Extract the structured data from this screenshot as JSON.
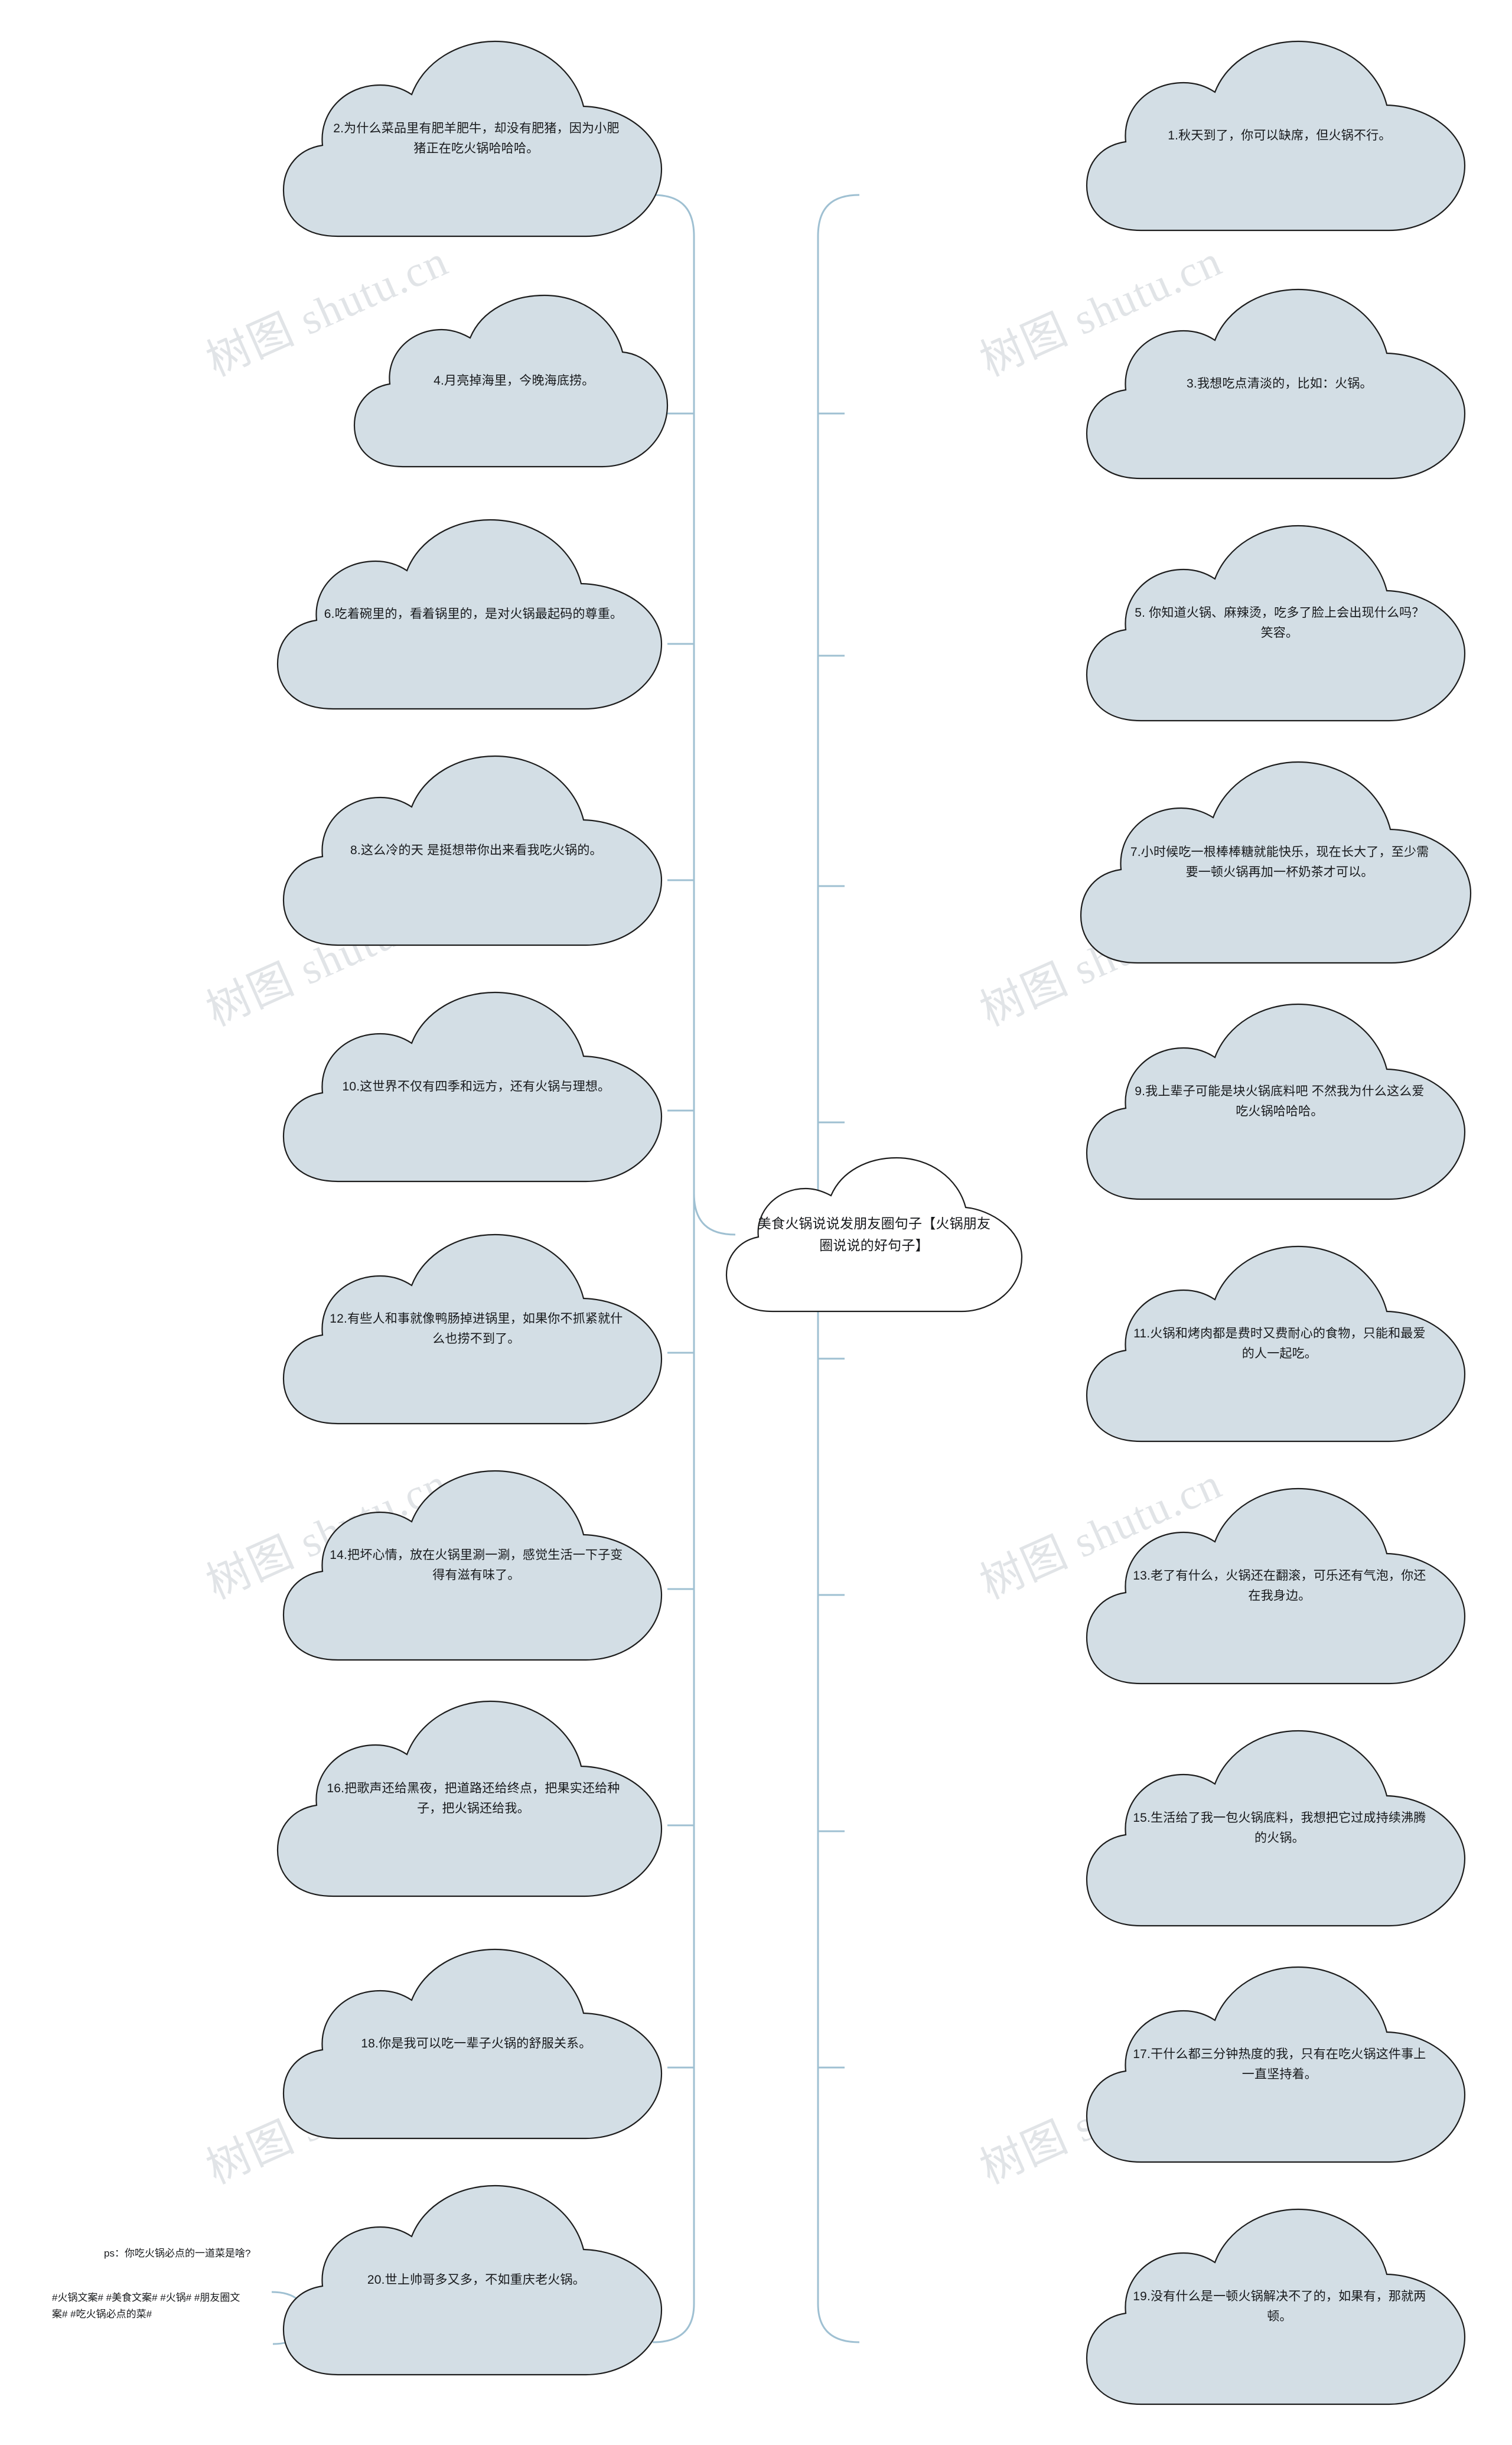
{
  "document": {
    "type": "mind-map",
    "watermark_text": "树图 shutu.cn",
    "node_fill": "#d3dee5",
    "node_stroke": "#1d1d1d",
    "connector_color": "#9fc0d2",
    "background": "#ffffff"
  },
  "root": {
    "title": "美食火锅说说发朋友圈句子【火锅朋友圈说说的好句子】"
  },
  "branches": {
    "left": [
      {
        "id": "n2",
        "text": "2.为什么菜品里有肥羊肥牛，却没有肥猪，因为小肥猪正在吃火锅哈哈哈。"
      },
      {
        "id": "n4",
        "text": "4.月亮掉海里，今晚海底捞。"
      },
      {
        "id": "n6",
        "text": "6.吃着碗里的，看着锅里的，是对火锅最起码的尊重。"
      },
      {
        "id": "n8",
        "text": "8.这么冷的天 是挺想带你出来看我吃火锅的。"
      },
      {
        "id": "n10",
        "text": "10.这世界不仅有四季和远方，还有火锅与理想。"
      },
      {
        "id": "n12",
        "text": "12.有些人和事就像鸭肠掉进锅里，如果你不抓紧就什么也捞不到了。"
      },
      {
        "id": "n14",
        "text": "14.把坏心情，放在火锅里涮一涮，感觉生活一下子变得有滋有味了。"
      },
      {
        "id": "n16",
        "text": "16.把歌声还给黑夜，把道路还给终点，把果实还给种子，把火锅还给我。"
      },
      {
        "id": "n18",
        "text": "18.你是我可以吃一辈子火锅的舒服关系。"
      },
      {
        "id": "n20",
        "text": "20.世上帅哥多又多，不如重庆老火锅。"
      }
    ],
    "right": [
      {
        "id": "n1",
        "text": "1.秋天到了，你可以缺席，但火锅不行。"
      },
      {
        "id": "n3",
        "text": "3.我想吃点清淡的，比如：火锅。"
      },
      {
        "id": "n5",
        "text": "5. 你知道火锅、麻辣烫，吃多了脸上会出现什么吗？笑容。"
      },
      {
        "id": "n7",
        "text": "7.小时候吃一根棒棒糖就能快乐，现在长大了，至少需要一顿火锅再加一杯奶茶才可以。"
      },
      {
        "id": "n9",
        "text": "9.我上辈子可能是块火锅底料吧 不然我为什么这么爱吃火锅哈哈哈。"
      },
      {
        "id": "n11",
        "text": "11.火锅和烤肉都是费时又费耐心的食物，只能和最爱的人一起吃。"
      },
      {
        "id": "n13",
        "text": "13.老了有什么，火锅还在翻滚，可乐还有气泡，你还在我身边。"
      },
      {
        "id": "n15",
        "text": "15.生活给了我一包火锅底料，我想把它过成持续沸腾的火锅。"
      },
      {
        "id": "n17",
        "text": "17.干什么都三分钟热度的我，只有在吃火锅这件事上一直坚持着。"
      },
      {
        "id": "n19",
        "text": "19.没有什么是一顿火锅解决不了的，如果有，那就两顿。"
      }
    ]
  },
  "footer": {
    "ps": "ps：你吃火锅必点的一道菜是啥?",
    "tags": "#火锅文案# #美食文案# #火锅# #朋友圈文案# #吃火锅必点的菜#"
  }
}
